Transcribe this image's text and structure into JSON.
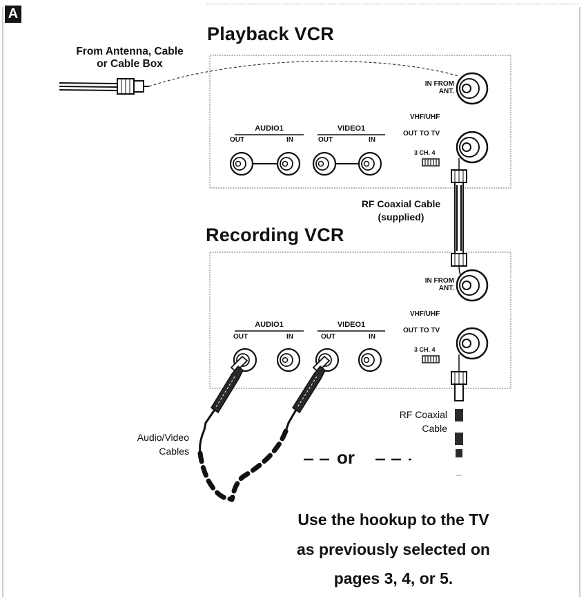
{
  "figure_label": "A",
  "playback": {
    "title": "Playback VCR",
    "in_from_ant": "IN FROM\nANT.",
    "vhf_uhf": "VHF/UHF",
    "out_to_tv": "OUT TO TV",
    "channel_switch": "3 CH. 4",
    "audio_group": "AUDIO1",
    "video_group": "VIDEO1",
    "out": "OUT",
    "in": "IN"
  },
  "recording": {
    "title": "Recording VCR",
    "in_from_ant": "IN FROM\nANT.",
    "vhf_uhf": "VHF/UHF",
    "out_to_tv": "OUT TO TV",
    "channel_switch": "3 CH. 4",
    "audio_group": "AUDIO1",
    "video_group": "VIDEO1",
    "out": "OUT",
    "in": "IN"
  },
  "labels": {
    "antenna_source": "From Antenna, Cable\nor Cable Box",
    "rf_cable_supplied": "RF Coaxial Cable\n(supplied)",
    "rf_cable": "RF Coaxial\nCable",
    "av_cables": "Audio/Video\nCables",
    "or": "or",
    "instruction": "Use the hookup to the TV\nas previously selected on\npages 3, 4, or 5."
  }
}
